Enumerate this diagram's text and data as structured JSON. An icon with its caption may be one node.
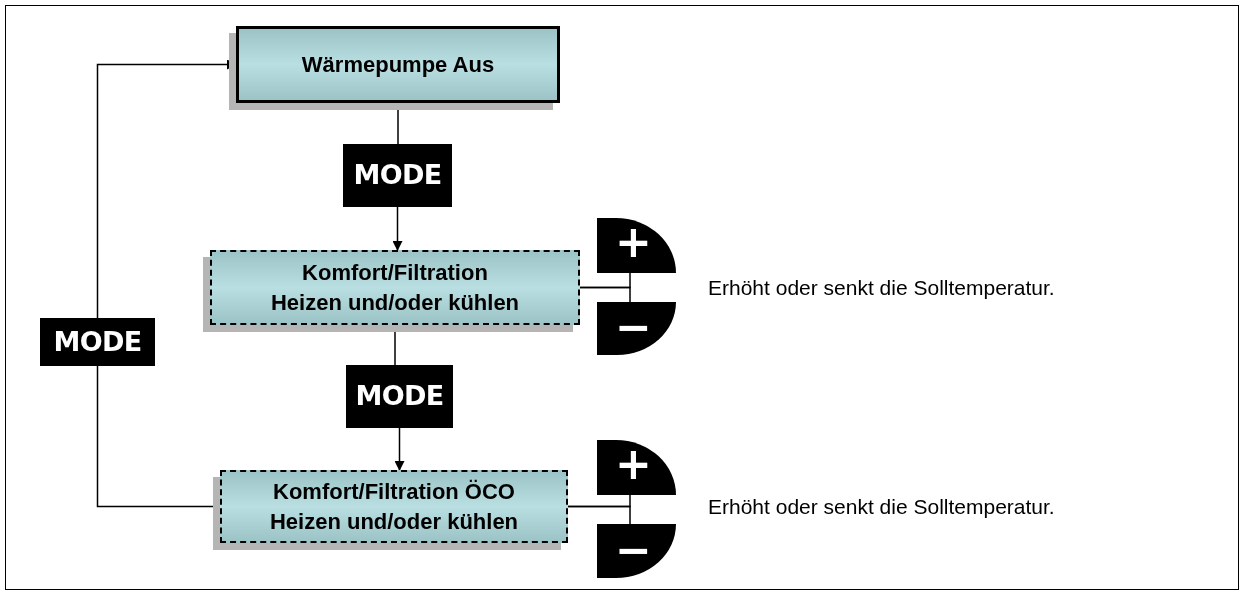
{
  "diagram": {
    "nodes": [
      {
        "text": [
          "Wärmepumpe Aus"
        ]
      },
      {
        "text": [
          "MODE"
        ]
      },
      {
        "text": [
          "Komfort/Filtration",
          "Heizen und/oder kühlen"
        ]
      },
      {
        "text": [
          "MODE"
        ]
      },
      {
        "text": [
          "Komfort/Filtration ÖCO",
          "Heizen und/oder kühlen"
        ]
      },
      {
        "text": [
          "MODE"
        ]
      },
      {
        "text": [
          "+"
        ]
      },
      {
        "text": [
          "−"
        ]
      },
      {
        "text": [
          "+"
        ]
      },
      {
        "text": [
          "−"
        ]
      }
    ],
    "edges": [
      {
        "from": 0,
        "to": 1,
        "arrow": "none"
      },
      {
        "from": 1,
        "to": 2,
        "arrow": "to"
      },
      {
        "from": 2,
        "to": 3,
        "arrow": "none"
      },
      {
        "from": 3,
        "to": 4,
        "arrow": "to"
      },
      {
        "from": 4,
        "to": 5,
        "arrow": "none"
      },
      {
        "from": 5,
        "to": 0,
        "arrow": "to"
      },
      {
        "from": 2,
        "to": 6,
        "arrow": "none"
      },
      {
        "from": 2,
        "to": 7,
        "arrow": "none"
      },
      {
        "from": 4,
        "to": 8,
        "arrow": "none"
      },
      {
        "from": 4,
        "to": 9,
        "arrow": "none"
      }
    ],
    "labels": [
      "Erhöht oder senkt die Solltemperatur.",
      "Erhöht oder senkt die Solltemperatur."
    ]
  }
}
